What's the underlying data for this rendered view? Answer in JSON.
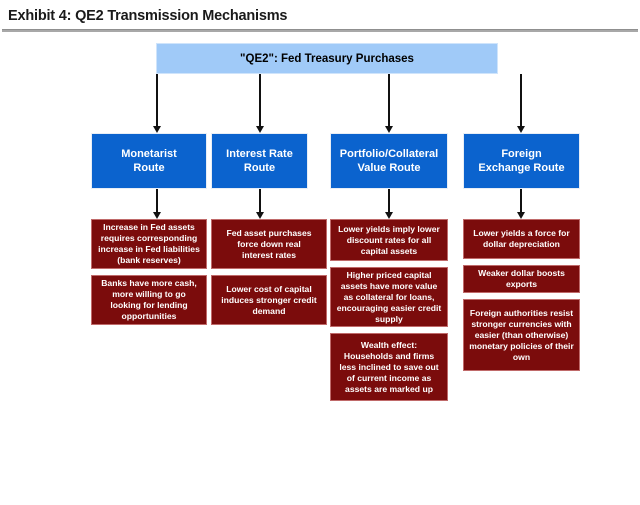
{
  "header": {
    "title": "Exhibit 4: QE2 Transmission Mechanisms"
  },
  "colors": {
    "top_box_fill": "#a0caf8",
    "route_box_fill": "#0b63ce",
    "detail_box_fill": "#7b0c0c",
    "detail_box_border": "#c06a6a",
    "connector": "#111111",
    "rule": "#a8a8a8"
  },
  "diagram": {
    "type": "flowchart",
    "root": {
      "label": "\"QE2\": Fed Treasury Purchases"
    },
    "columns": [
      {
        "route": "Monetarist Route",
        "route_lines": [
          "Monetarist",
          "Route"
        ],
        "steps": [
          {
            "lines": [
              "Increase in Fed assets",
              "requires corresponding",
              "increase in Fed liabilities",
              "(bank reserves)"
            ]
          },
          {
            "lines": [
              "Banks have more cash,",
              "more willing to go",
              "looking for lending",
              "opportunities"
            ]
          }
        ]
      },
      {
        "route": "Interest Rate Route",
        "route_lines": [
          "Interest Rate",
          "Route"
        ],
        "steps": [
          {
            "lines": [
              "Fed asset purchases",
              "force down real",
              "interest rates"
            ]
          },
          {
            "lines": [
              "Lower cost of capital",
              "induces stronger credit",
              "demand"
            ]
          }
        ]
      },
      {
        "route": "Portfolio/Collateral Value Route",
        "route_lines": [
          "Portfolio/Collateral",
          "Value Route"
        ],
        "steps": [
          {
            "lines": [
              "Lower yields imply lower",
              "discount rates for all",
              "capital assets"
            ]
          },
          {
            "lines": [
              "Higher priced capital",
              "assets have more value",
              "as collateral for loans,",
              "encouraging easier credit",
              "supply"
            ]
          },
          {
            "lines": [
              "Wealth effect:",
              "Households and firms",
              "less inclined to save out",
              "of current income as",
              "assets are marked up"
            ]
          }
        ]
      },
      {
        "route": "Foreign Exchange Route",
        "route_lines": [
          "Foreign",
          "Exchange Route"
        ],
        "steps": [
          {
            "lines": [
              "Lower yields a force for",
              "dollar depreciation"
            ]
          },
          {
            "lines": [
              "Weaker dollar boosts",
              "exports"
            ]
          },
          {
            "lines": [
              "Foreign authorities resist",
              "stronger currencies with",
              "easier (than otherwise)",
              "monetary policies of their",
              "own"
            ]
          }
        ]
      }
    ]
  }
}
